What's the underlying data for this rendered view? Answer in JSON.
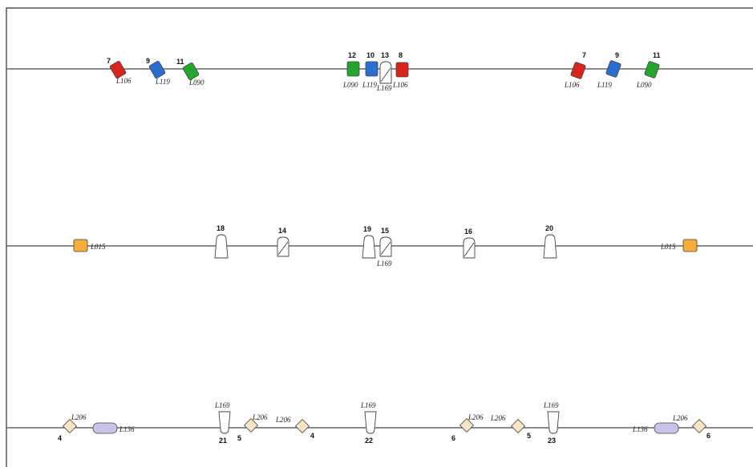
{
  "colors": {
    "red": "#d8251b",
    "blue": "#2a6fd0",
    "green": "#25a52e",
    "orange": "#f6ad3b",
    "lavender": "#c9c3ea",
    "tan": "#f6e6c7",
    "white": "#ffffff",
    "stroke": "#444444",
    "line": "#666666",
    "frame": "#555555"
  },
  "rows": [
    {
      "name": "row-1",
      "nodes": [
        {
          "shape": "slant-box",
          "color": "red",
          "number": "7",
          "label": "L106"
        },
        {
          "shape": "slant-box",
          "color": "blue",
          "number": "9",
          "label": "L119"
        },
        {
          "shape": "slant-box",
          "color": "green",
          "number": "11",
          "label": "L090"
        },
        {
          "shape": "box",
          "color": "green",
          "number": "12",
          "label": "L090"
        },
        {
          "shape": "box",
          "color": "blue",
          "number": "10",
          "label": "L119"
        },
        {
          "shape": "capsule-hatched",
          "color": "white",
          "number": "13",
          "label": "L169"
        },
        {
          "shape": "box",
          "color": "red",
          "number": "8",
          "label": "L106"
        },
        {
          "shape": "slant-box",
          "color": "red",
          "number": "7",
          "label": "L106"
        },
        {
          "shape": "slant-box",
          "color": "blue",
          "number": "9",
          "label": "L119"
        },
        {
          "shape": "slant-box",
          "color": "green",
          "number": "11",
          "label": "L090"
        }
      ]
    },
    {
      "name": "row-2",
      "nodes": [
        {
          "shape": "box",
          "color": "orange",
          "number": "",
          "label": "L015"
        },
        {
          "shape": "capsule",
          "color": "white",
          "number": "18",
          "label": ""
        },
        {
          "shape": "capsule-hatched",
          "color": "white",
          "number": "14",
          "label": ""
        },
        {
          "shape": "capsule",
          "color": "white",
          "number": "19",
          "label": ""
        },
        {
          "shape": "capsule-hatched",
          "color": "white",
          "number": "15",
          "label": "L169"
        },
        {
          "shape": "capsule-hatched",
          "color": "white",
          "number": "16",
          "label": ""
        },
        {
          "shape": "capsule",
          "color": "white",
          "number": "20",
          "label": ""
        },
        {
          "shape": "box",
          "color": "orange",
          "number": "",
          "label": "L015"
        }
      ]
    },
    {
      "name": "row-3",
      "nodes": [
        {
          "shape": "diamond",
          "color": "tan",
          "number": "4",
          "label": "L206"
        },
        {
          "shape": "pill",
          "color": "lavender",
          "number": "",
          "label": "L136"
        },
        {
          "shape": "capsule",
          "color": "white",
          "number": "21",
          "label": "L169"
        },
        {
          "shape": "diamond",
          "color": "tan",
          "number": "5",
          "label": "L206"
        },
        {
          "shape": "diamond",
          "color": "tan",
          "number": "4",
          "label": "L206"
        },
        {
          "shape": "capsule",
          "color": "white",
          "number": "22",
          "label": "L169"
        },
        {
          "shape": "diamond",
          "color": "tan",
          "number": "6",
          "label": "L206"
        },
        {
          "shape": "diamond",
          "color": "tan",
          "number": "5",
          "label": "L206"
        },
        {
          "shape": "capsule",
          "color": "white",
          "number": "23",
          "label": "L169"
        },
        {
          "shape": "pill",
          "color": "lavender",
          "number": "",
          "label": "L136"
        },
        {
          "shape": "diamond",
          "color": "tan",
          "number": "6",
          "label": "L206"
        }
      ]
    }
  ]
}
